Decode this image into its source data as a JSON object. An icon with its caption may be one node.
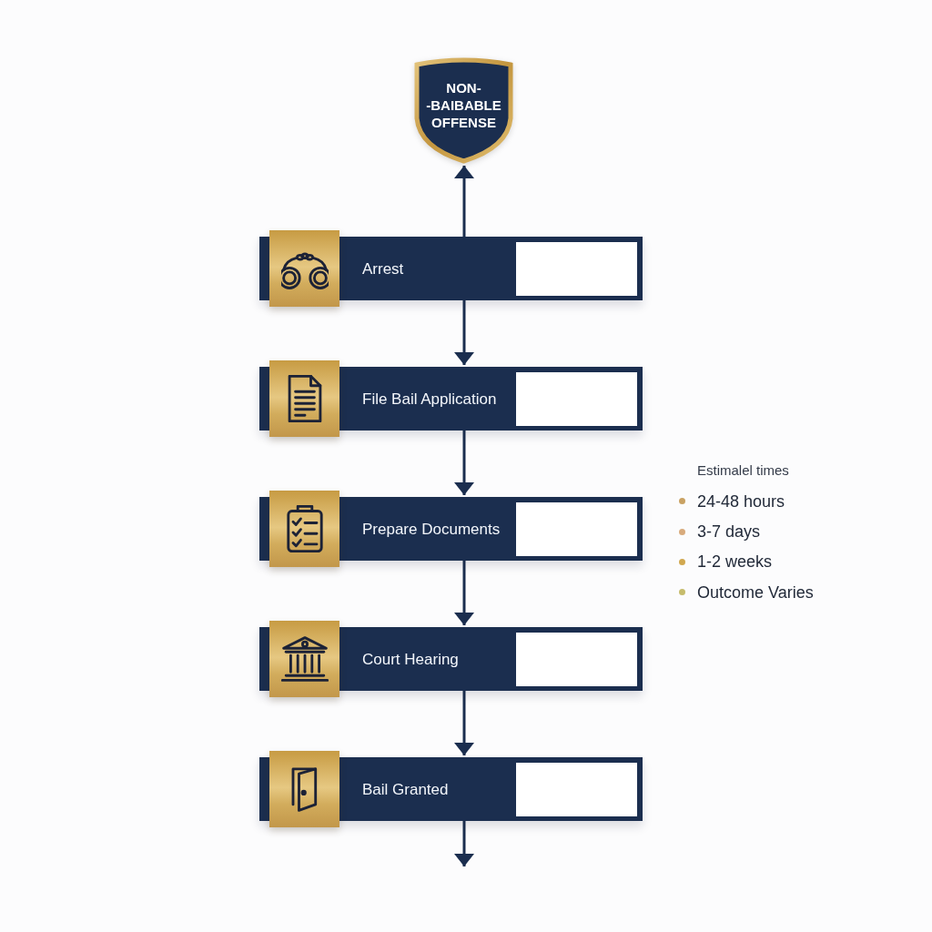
{
  "diagram": {
    "nodes": [
      {
        "text": [
          "NON- -BAIBABLE OFFENSE"
        ]
      },
      {
        "text": [
          "Arrest"
        ]
      },
      {
        "text": [
          "File Bail Application"
        ]
      },
      {
        "text": [
          "Prepare Documents"
        ]
      },
      {
        "text": [
          "Court Hearing"
        ]
      },
      {
        "text": [
          "Bail Granted"
        ]
      }
    ],
    "edges": [
      {
        "from": 1,
        "to": 0,
        "arrow": "to"
      },
      {
        "from": 1,
        "to": 2,
        "arrow": "to"
      },
      {
        "from": 2,
        "to": 3,
        "arrow": "to"
      },
      {
        "from": 3,
        "to": 4,
        "arrow": "to"
      },
      {
        "from": 4,
        "to": 5,
        "arrow": "to"
      },
      {
        "from": 5,
        "to": null,
        "arrow": "to"
      }
    ],
    "labels": [
      "Estimalel times"
    ],
    "legend": [
      {
        "text": "24-48 hours",
        "color": "#c9a263"
      },
      {
        "text": "3-7 days",
        "color": "#d8ab7c"
      },
      {
        "text": "1-2 weeks",
        "color": "#d1a84f"
      },
      {
        "text": "Outcome Varies",
        "color": "#c6bc6c"
      }
    ]
  }
}
